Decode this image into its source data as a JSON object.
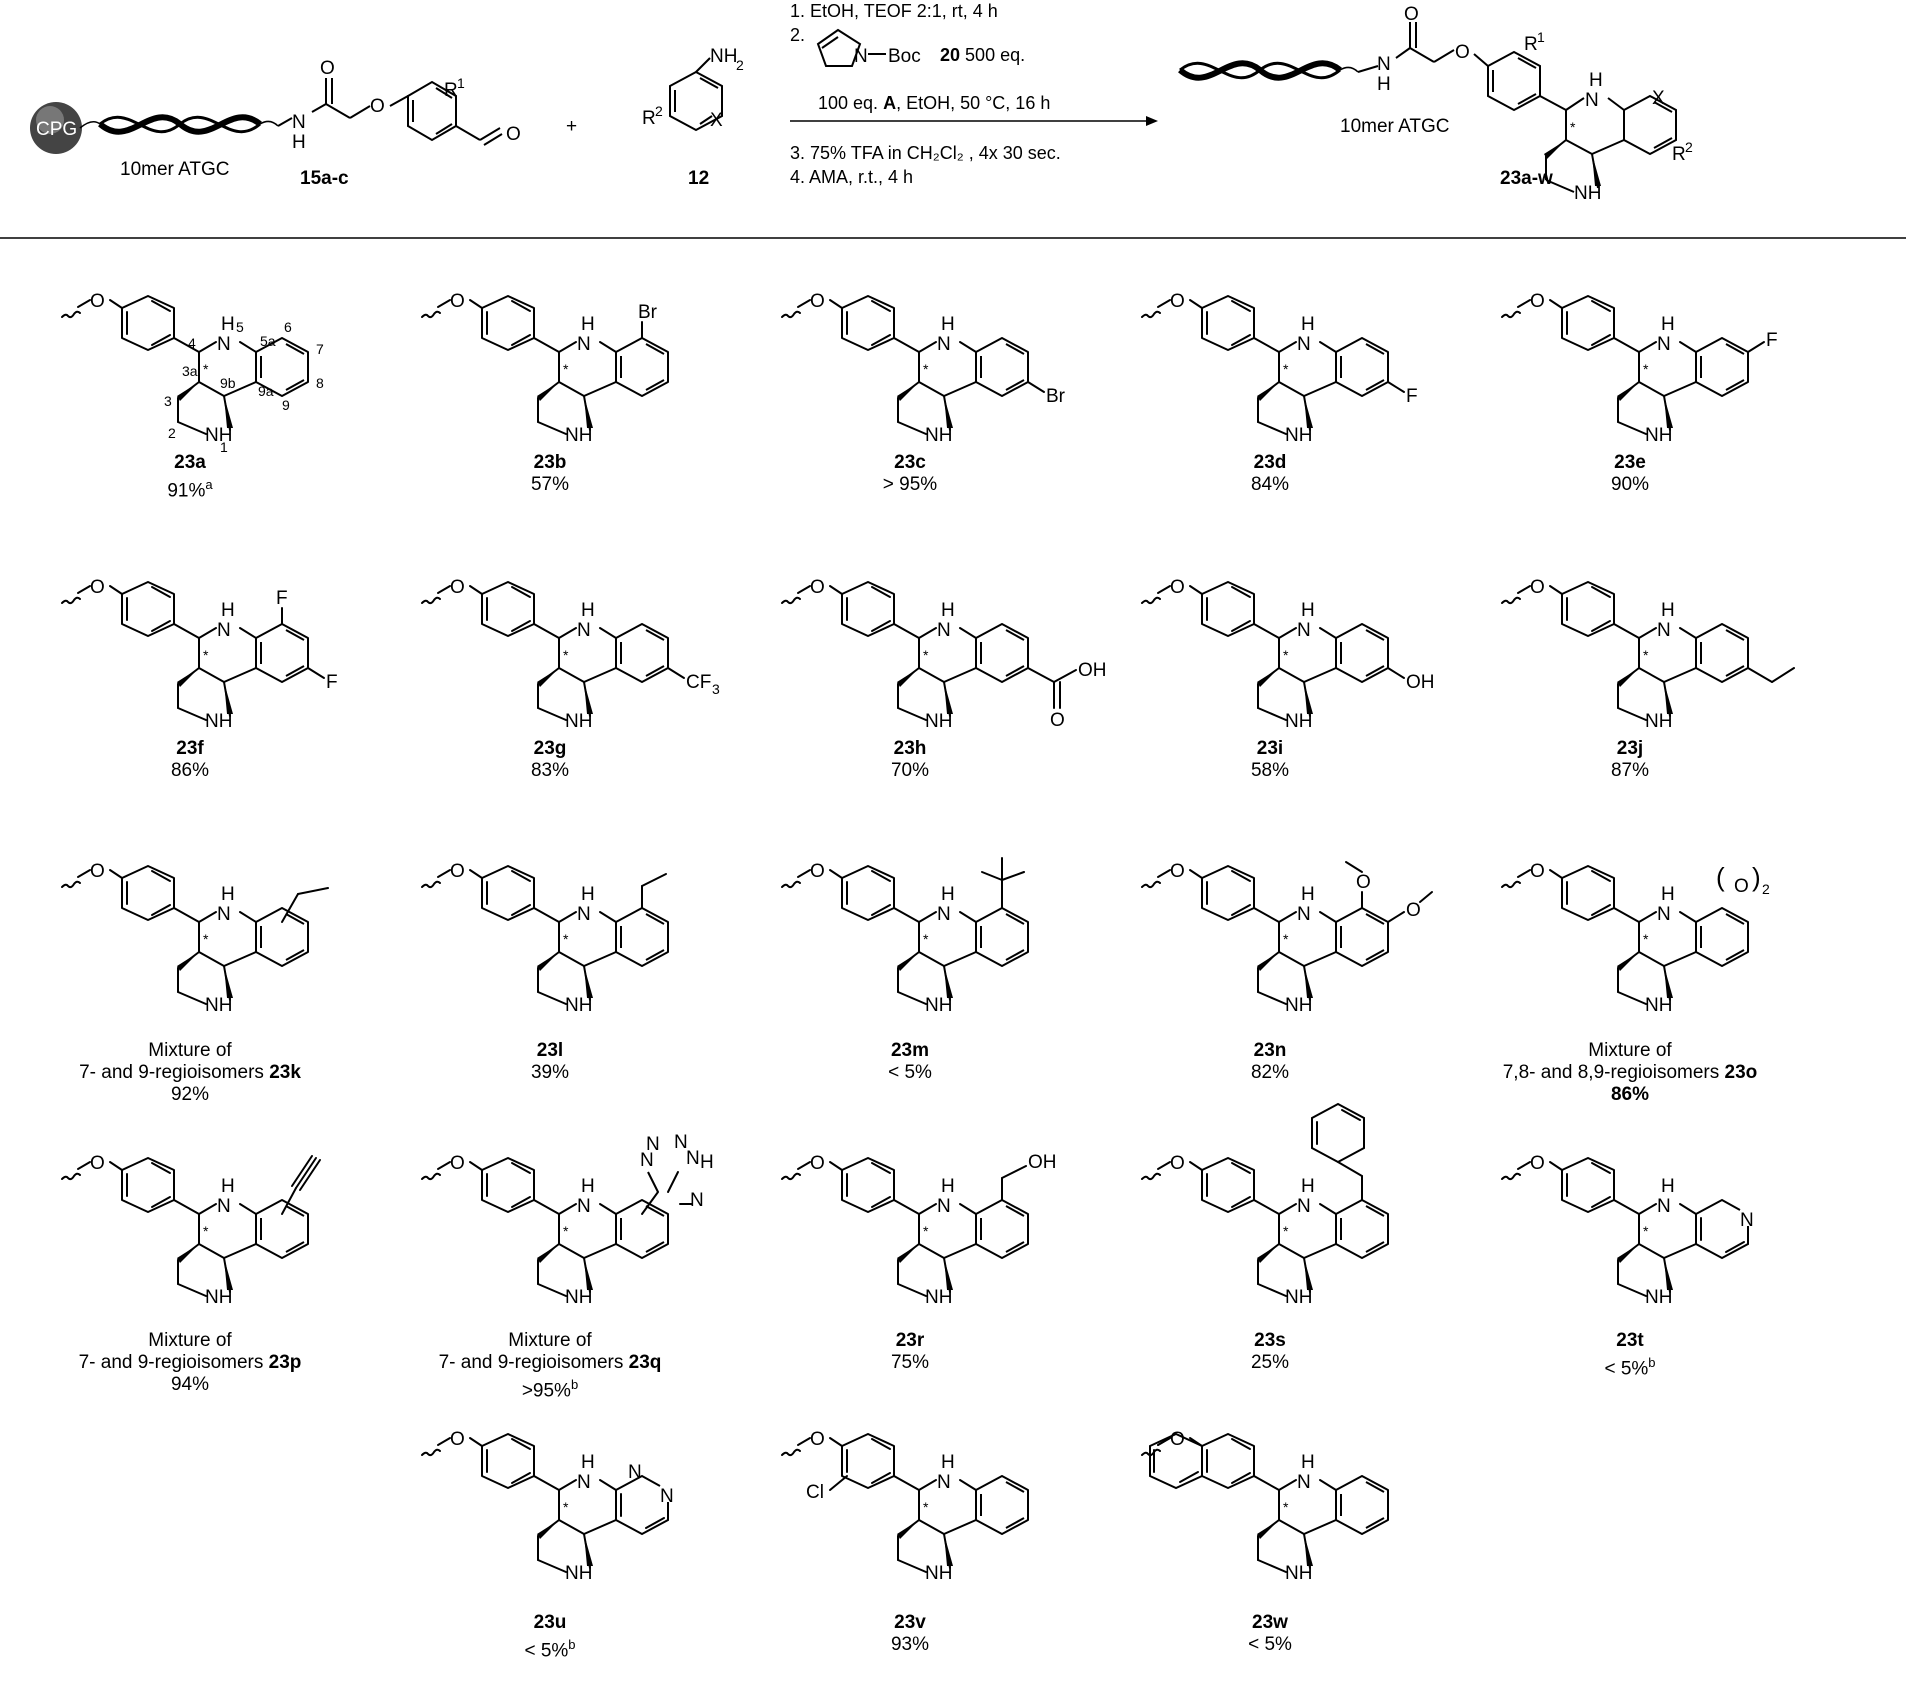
{
  "header": {
    "support": "CPG",
    "dna_label": "10mer ATGC",
    "aldehyde_id": "15a-c",
    "amine_id": "12",
    "plus": "+",
    "product_dna_label": "10mer ATGC",
    "product_id": "23a-w",
    "atoms": {
      "O": "O",
      "N": "N",
      "H": "H",
      "NH": "NH",
      "NH2": "NH",
      "sub2": "2",
      "R1": "R",
      "R1sup": "1",
      "R2": "R",
      "R2sup": "2",
      "X": "X",
      "Boc": "Boc"
    },
    "conditions": {
      "step1": "1. EtOH, TEOF 2:1, rt, 4 h",
      "step2_num": "2.",
      "step2_reagent": "20",
      "step2_eq": "500 eq.",
      "step2_cat_pre": "100 eq.",
      "step2_cat_bold": "A",
      "step2_cat_post": ", EtOH, 50 °C, 16 h",
      "step3": "3. 75% TFA in CH₂Cl₂ , 4x 30 sec.",
      "step4": "4. AMA, r.t., 4 h"
    }
  },
  "numbering_23a": {
    "n4": "4",
    "n5": "5",
    "n5a": "5a",
    "n6": "6",
    "n7": "7",
    "n8": "8",
    "n9": "9",
    "n9a": "9a",
    "n9b": "9b",
    "n3a": "3a",
    "n3": "3",
    "n2": "2",
    "n1": "1"
  },
  "compounds": [
    {
      "id": "23a",
      "yield": "91%",
      "sup": "a"
    },
    {
      "id": "23b",
      "yield": "57%"
    },
    {
      "id": "23c",
      "yield": "> 95%"
    },
    {
      "id": "23d",
      "yield": "84%"
    },
    {
      "id": "23e",
      "yield": "90%"
    },
    {
      "id": "23f",
      "yield": "86%"
    },
    {
      "id": "23g",
      "yield": "83%"
    },
    {
      "id": "23h",
      "yield": "70%"
    },
    {
      "id": "23i",
      "yield": "58%"
    },
    {
      "id": "23j",
      "yield": "87%"
    },
    {
      "id": "23k",
      "note1": "Mixture of",
      "note2": "7- and 9-regioisomers",
      "yield": "92%"
    },
    {
      "id": "23l",
      "yield": "39%"
    },
    {
      "id": "23m",
      "yield": "< 5%"
    },
    {
      "id": "23n",
      "yield": "82%"
    },
    {
      "id": "23o",
      "note1": "Mixture of",
      "note2": "7,8- and 8,9-regioisomers",
      "yield": "86%"
    },
    {
      "id": "23p",
      "note1": "Mixture of",
      "note2": "7- and 9-regioisomers",
      "yield": "94%"
    },
    {
      "id": "23q",
      "note1": "Mixture of",
      "note2": "7- and 9-regioisomers",
      "yield": ">95%",
      "sup": "b"
    },
    {
      "id": "23r",
      "yield": "75%"
    },
    {
      "id": "23s",
      "yield": "25%"
    },
    {
      "id": "23t",
      "yield": "< 5%",
      "sup": "b"
    },
    {
      "id": "23u",
      "yield": "< 5%",
      "sup": "b"
    },
    {
      "id": "23v",
      "yield": "93%"
    },
    {
      "id": "23w",
      "yield": "< 5%"
    }
  ],
  "substituent_labels": {
    "Br": "Br",
    "F": "F",
    "CF3": "CF",
    "CF3sub": "3",
    "OH": "OH",
    "O": "O",
    "Cl": "Cl",
    "N": "N",
    "NH": "NH",
    "H": "H",
    "paren_sub": "2",
    "star": "*"
  }
}
